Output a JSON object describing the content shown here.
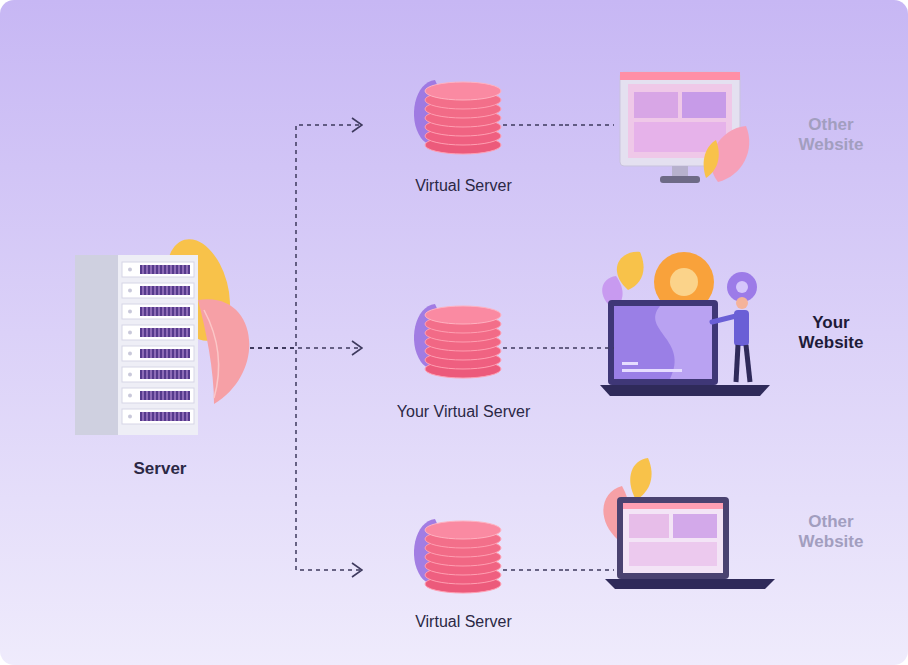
{
  "diagram": {
    "nodes": [
      {
        "text": [
          "Server"
        ]
      },
      {
        "text": [
          "Virtual Server"
        ]
      },
      {
        "text": [
          "Your Virtual Server"
        ]
      },
      {
        "text": [
          "Virtual Server"
        ]
      },
      {
        "text": [
          "Other Website"
        ]
      },
      {
        "text": [
          "Your Website"
        ]
      },
      {
        "text": [
          "Other Website"
        ]
      }
    ],
    "edges": [
      {
        "from": 0,
        "to": 1,
        "arrow": "to"
      },
      {
        "from": 0,
        "to": 2,
        "arrow": "to"
      },
      {
        "from": 0,
        "to": 3,
        "arrow": "to"
      },
      {
        "from": 1,
        "to": 4,
        "arrow": "none"
      },
      {
        "from": 2,
        "to": 5,
        "arrow": "none"
      },
      {
        "from": 3,
        "to": 6,
        "arrow": "none"
      }
    ]
  }
}
